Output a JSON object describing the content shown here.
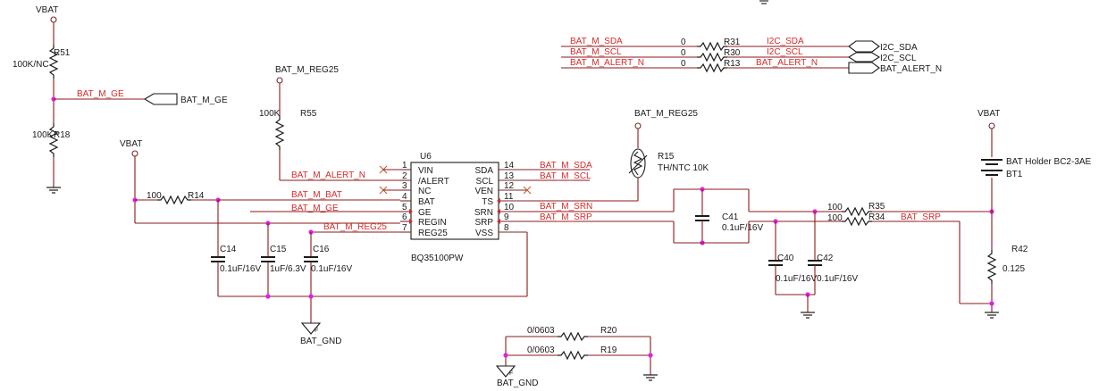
{
  "parts": {
    "u6": {
      "ref": "U6",
      "value": "BQ35100PW",
      "pins_left": [
        {
          "num": "1",
          "name": "VIN"
        },
        {
          "num": "2",
          "name": "/ALERT"
        },
        {
          "num": "3",
          "name": "NC"
        },
        {
          "num": "4",
          "name": "BAT"
        },
        {
          "num": "5",
          "name": "GE"
        },
        {
          "num": "6",
          "name": "REGIN"
        },
        {
          "num": "7",
          "name": "REG25"
        }
      ],
      "pins_right": [
        {
          "num": "14",
          "name": "SDA"
        },
        {
          "num": "13",
          "name": "SCL"
        },
        {
          "num": "12",
          "name": "VEN"
        },
        {
          "num": "11",
          "name": "TS"
        },
        {
          "num": "10",
          "name": "SRN"
        },
        {
          "num": "9",
          "name": "SRP"
        },
        {
          "num": "8",
          "name": "VSS"
        }
      ]
    },
    "r51": {
      "ref": "R51",
      "value": "100K/NC"
    },
    "r18": {
      "ref": "R18",
      "value": "100K"
    },
    "r55": {
      "ref": "R55",
      "value": "100K"
    },
    "r14": {
      "ref": "R14",
      "value": "100"
    },
    "r15": {
      "ref": "R15",
      "value": "TH/NTC 10K"
    },
    "r31": {
      "ref": "R31",
      "value": "0"
    },
    "r30": {
      "ref": "R30",
      "value": "0"
    },
    "r13": {
      "ref": "R13",
      "value": "0"
    },
    "r35": {
      "ref": "R35",
      "value": "100"
    },
    "r34": {
      "ref": "R34",
      "value": "100"
    },
    "r42": {
      "ref": "R42",
      "value": "0.125"
    },
    "r20": {
      "ref": "R20",
      "value": "0/0603"
    },
    "r19": {
      "ref": "R19",
      "value": "0/0603"
    },
    "c14": {
      "ref": "C14",
      "value": "0.1uF/16V"
    },
    "c15": {
      "ref": "C15",
      "value": "1uF/6.3V"
    },
    "c16": {
      "ref": "C16",
      "value": "0.1uF/16V"
    },
    "c41": {
      "ref": "C41",
      "value": "0.1uF/16V"
    },
    "c40": {
      "ref": "C40",
      "value": "0.1uF/16V"
    },
    "c42": {
      "ref": "C42",
      "value": "0.1uF/16V"
    },
    "bt1": {
      "ref": "BT1",
      "value": "BAT Holder BC2-3AE"
    }
  },
  "nets": {
    "vbat": "VBAT",
    "bat_m_reg25": "BAT_M_REG25",
    "bat_m_ge": "BAT_M_GE",
    "bat_m_alert_n": "BAT_M_ALERT_N",
    "bat_m_bat": "BAT_M_BAT",
    "bat_m_sda": "BAT_M_SDA",
    "bat_m_scl": "BAT_M_SCL",
    "bat_m_srn": "BAT_M_SRN",
    "bat_m_srp": "BAT_M_SRP",
    "i2c_sda": "I2C_SDA",
    "i2c_scl": "I2C_SCL",
    "bat_alert_n": "BAT_ALERT_N",
    "bat_srp": "BAT_SRP",
    "bat_gnd": "BAT_GND"
  },
  "ports": {
    "bat_m_ge": "BAT_M_GE",
    "i2c_sda": "I2C_SDA",
    "i2c_scl": "I2C_SCL",
    "bat_alert_n": "BAT_ALERT_N"
  }
}
